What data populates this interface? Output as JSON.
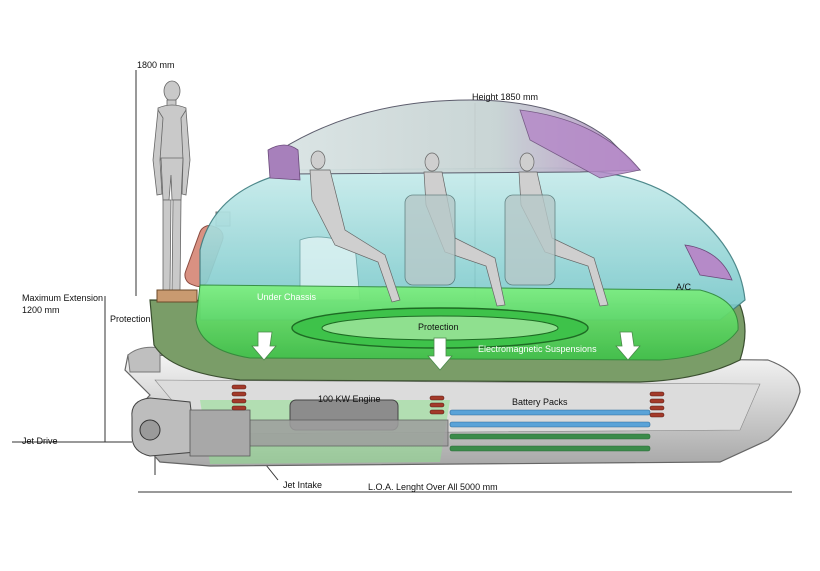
{
  "labels": {
    "human_height": "1800 mm",
    "vehicle_height": "Height 1850 mm",
    "max_extension_line1": "Maximum Extension",
    "max_extension_line2": "1200 mm",
    "protection_side": "Protection",
    "protection_center": "Protection",
    "under_chassis": "Under Chassis",
    "electromagnetic_suspensions": "Electromagnetic Suspensions",
    "ac": "A/C",
    "engine": "100 KW Engine",
    "battery_packs": "Battery Packs",
    "jet_drive": "Jet Drive",
    "jet_intake": "Jet Intake",
    "loa": "L.O.A. Lenght Over All 5000 mm"
  },
  "colors": {
    "canopy_teal": "#8ed6d8",
    "canopy_purple": "#b58ac8",
    "chassis_green": "#5fe05f",
    "hull_grey": "#c9c9c9",
    "frame_olive": "#6d8a5a",
    "suspension_spring": "#a33a2a",
    "battery_blue": "#5aa3d8"
  }
}
